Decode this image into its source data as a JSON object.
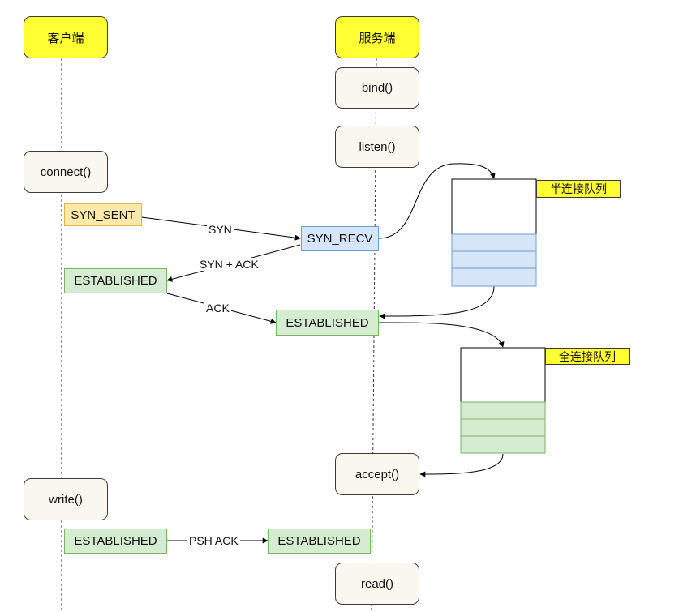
{
  "lanes": {
    "client": {
      "title": "客户端"
    },
    "server": {
      "title": "服务端"
    }
  },
  "server_calls": {
    "bind": "bind()",
    "listen": "listen()",
    "accept": "accept()",
    "read": "read()"
  },
  "client_calls": {
    "connect": "connect()",
    "write": "write()"
  },
  "states": {
    "syn_sent": "SYN_SENT",
    "syn_recv": "SYN_RECV",
    "client_established_1": "ESTABLISHED",
    "server_established_1": "ESTABLISHED",
    "client_established_2": "ESTABLISHED",
    "server_established_2": "ESTABLISHED"
  },
  "messages": {
    "syn": "SYN",
    "syn_ack": "SYN + ACK",
    "ack": "ACK",
    "psh_ack": "PSH ACK"
  },
  "queues": {
    "half": {
      "label": "半连接队列",
      "filled_slots": 3,
      "color": "#d6e6f8",
      "border": "#6f9ed2"
    },
    "full": {
      "label": "全连接队列",
      "filled_slots": 3,
      "color": "#d5ecd0",
      "border": "#7bb36a"
    }
  },
  "colors": {
    "lane_head": "#ffff33",
    "api_box": "#f9f7ee",
    "yellow_state": "#ffe9a8",
    "green_state": "#d5ecd0",
    "blue_state": "#d6e6f8"
  }
}
